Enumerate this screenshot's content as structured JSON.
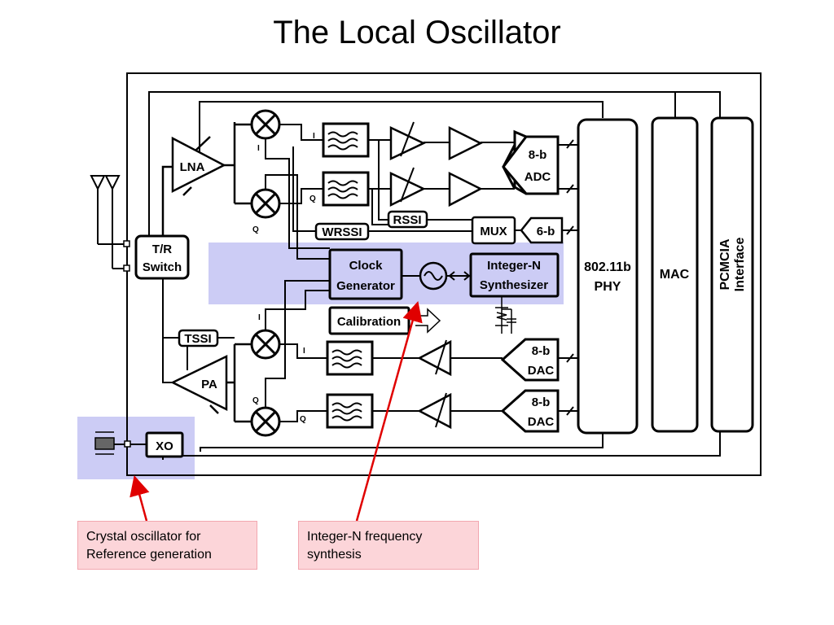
{
  "title": "The Local Oscillator",
  "blocks": {
    "lna": "LNA",
    "pa": "PA",
    "tr_switch": [
      "T/R",
      "Switch"
    ],
    "tssi": "TSSI",
    "rssi": "RSSI",
    "wrssi": "WRSSI",
    "mux": "MUX",
    "adc_6b": "6-b",
    "adc_8b": [
      "8-b",
      "ADC"
    ],
    "dac_8b": [
      "8-b",
      "DAC"
    ],
    "clock_gen": [
      "Clock",
      "Generator"
    ],
    "int_n_synth": [
      "Integer-N",
      "Synthesizer"
    ],
    "calibration": "Calibration",
    "phy": [
      "802.11b",
      "PHY"
    ],
    "mac": "MAC",
    "pcmcia": [
      "PCMCIA",
      "Interface"
    ],
    "xo": "XO"
  },
  "signal_labels": {
    "i": "I",
    "q": "Q"
  },
  "highlight_color": "#ccccf5",
  "arrow_color": "#e00000",
  "callouts": {
    "xo": [
      "Crystal oscillator for",
      "Reference generation"
    ],
    "pll": [
      "Integer-N frequency",
      "synthesis"
    ]
  }
}
